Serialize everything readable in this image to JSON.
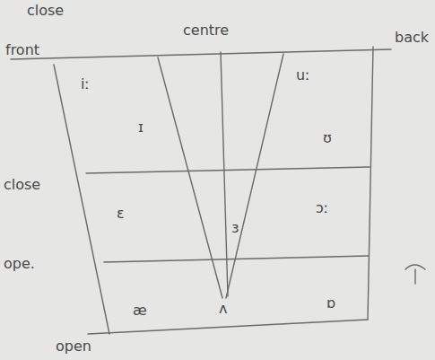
{
  "diagram": {
    "labels": [
      "close",
      "front",
      "centre",
      "back",
      "close",
      "ope.",
      "open",
      "iː",
      "ɪ",
      "uː",
      "ʊ",
      "ɛ",
      "ɜ",
      "ɔː",
      "æ",
      "ʌ",
      "ɒ"
    ]
  }
}
